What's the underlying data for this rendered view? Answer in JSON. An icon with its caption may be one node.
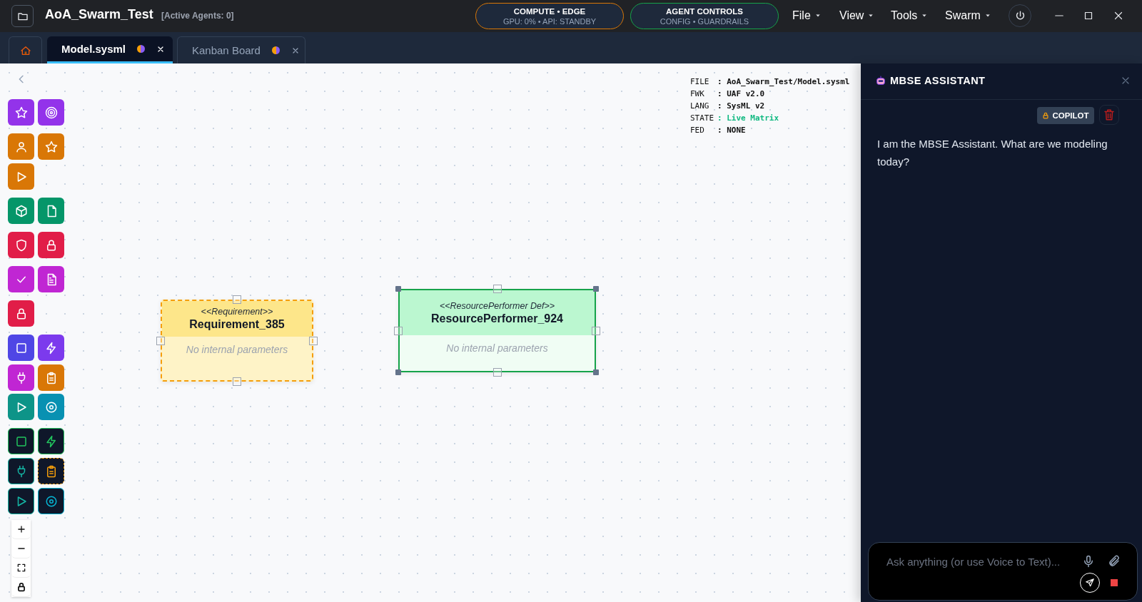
{
  "diagram": {
    "nodes": [
      {
        "text": [
          "<<Requirement>>",
          "Requirement_385",
          "No internal parameters"
        ]
      },
      {
        "text": [
          "<<ResourcePerformer Def>>",
          "ResourcePerformer_924",
          "No internal parameters"
        ]
      }
    ],
    "labels": [
      "AoA_Swarm_Test",
      "[Active Agents: 0]",
      "COMPUTE • EDGE",
      "GPU: 0% • API: STANDBY",
      "AGENT CONTROLS",
      "CONFIG • GUARDRAILS",
      "File",
      "View",
      "Tools",
      "Swarm",
      "Model.sysml",
      "Kanban Board",
      "FILE",
      ": AoA_Swarm_Test/Model.sysml",
      "FWK",
      ": UAF v2.0",
      "LANG",
      ": SysML v2",
      "STATE",
      ": Live Matrix",
      "FED",
      ": NONE",
      "MBSE ASSISTANT",
      "COPILOT",
      "I am the MBSE Assistant. What are we modeling today?",
      "Ask anything (or use Voice to Text)..."
    ]
  }
}
